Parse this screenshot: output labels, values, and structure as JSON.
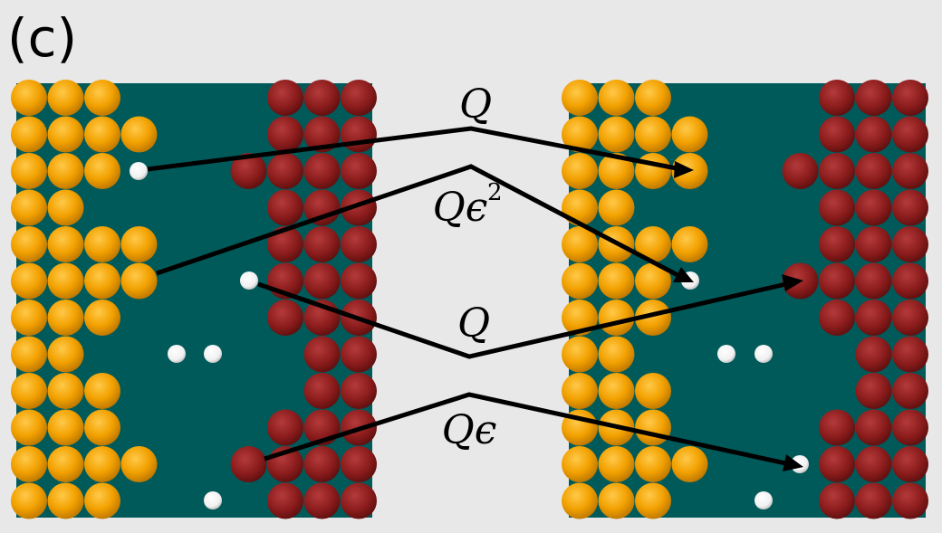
{
  "figure": {
    "panel_label": "(c)",
    "colors": {
      "background": "#e8e8e8",
      "panel": "#005a5a",
      "orange_particle": "#f2a100",
      "red_particle": "#8b1c1c",
      "white_particle": "#ffffff",
      "arrow": "#000000"
    },
    "grid": {
      "rows": 12,
      "orange_columns": 4,
      "red_columns": 4
    },
    "left_panel": {
      "orange_row_lengths": [
        3,
        4,
        3,
        2,
        4,
        4,
        3,
        2,
        3,
        3,
        4,
        3
      ],
      "red_row_lengths": [
        3,
        3,
        4,
        3,
        3,
        3,
        3,
        2,
        2,
        3,
        4,
        3
      ]
    },
    "right_panel": {
      "orange_row_lengths": [
        3,
        4,
        4,
        2,
        4,
        3,
        3,
        2,
        3,
        3,
        4,
        3
      ],
      "red_row_lengths": [
        3,
        3,
        4,
        3,
        3,
        4,
        3,
        2,
        2,
        3,
        3,
        3
      ]
    },
    "transitions": [
      {
        "id": "hop-1",
        "label": "Q",
        "superscript": ""
      },
      {
        "id": "hop-2",
        "label": "Qϵ",
        "superscript": "2"
      },
      {
        "id": "hop-3",
        "label": "Q",
        "superscript": ""
      },
      {
        "id": "hop-4",
        "label": "Qϵ",
        "superscript": ""
      }
    ]
  }
}
